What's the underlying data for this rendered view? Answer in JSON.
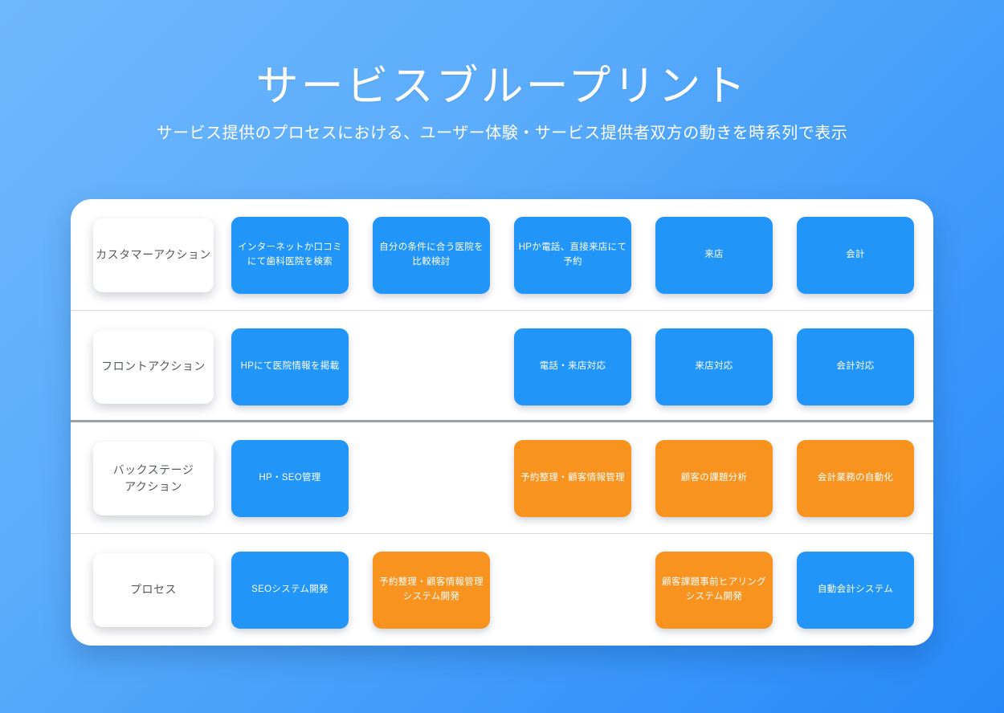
{
  "header": {
    "title": "サービスブループリント",
    "subtitle": "サービス提供のプロセスにおける、ユーザー体験・サービス提供者双方の動きを時系列で表示"
  },
  "colors": {
    "background_start": "#6FB8FC",
    "background_end": "#2689F9",
    "card_blue": "#2196F8",
    "card_orange": "#F7931E",
    "panel": "#FFFFFF",
    "label_text": "#555A60",
    "divider_thin": "#D7DADE",
    "divider_thick": "#9BA0A6"
  },
  "blueprint": {
    "columns": 5,
    "lanes": [
      {
        "label": "カスタマーアクション",
        "divider": "thin",
        "cards": [
          {
            "text": "インターネットか口コミ\nにて歯科医院を検索",
            "color": "blue"
          },
          {
            "text": "自分の条件に合う医院を\n比較検討",
            "color": "blue"
          },
          {
            "text": "HPか電話、直接来店にて\n予約",
            "color": "blue"
          },
          {
            "text": "来店",
            "color": "blue"
          },
          {
            "text": "会計",
            "color": "blue"
          }
        ]
      },
      {
        "label": "フロントアクション",
        "divider": "thick",
        "cards": [
          {
            "text": "HPにて医院情報を掲載",
            "color": "blue"
          },
          {
            "text": "",
            "color": "none"
          },
          {
            "text": "電話・来店対応",
            "color": "blue"
          },
          {
            "text": "来店対応",
            "color": "blue"
          },
          {
            "text": "会計対応",
            "color": "blue"
          }
        ]
      },
      {
        "label": "バックステージ\nアクション",
        "divider": "thin",
        "cards": [
          {
            "text": "HP・SEO管理",
            "color": "blue"
          },
          {
            "text": "",
            "color": "none"
          },
          {
            "text": "予約整理・顧客情報管理",
            "color": "orange"
          },
          {
            "text": "顧客の課題分析",
            "color": "orange"
          },
          {
            "text": "会計業務の自動化",
            "color": "orange"
          }
        ]
      },
      {
        "label": "プロセス",
        "divider": "none",
        "cards": [
          {
            "text": "SEOシステム開発",
            "color": "blue"
          },
          {
            "text": "予約整理・顧客情報管理\nシステム開発",
            "color": "orange"
          },
          {
            "text": "",
            "color": "none"
          },
          {
            "text": "顧客課題事前ヒアリング\nシステム開発",
            "color": "orange"
          },
          {
            "text": "自動会計システム",
            "color": "blue"
          }
        ]
      }
    ]
  }
}
